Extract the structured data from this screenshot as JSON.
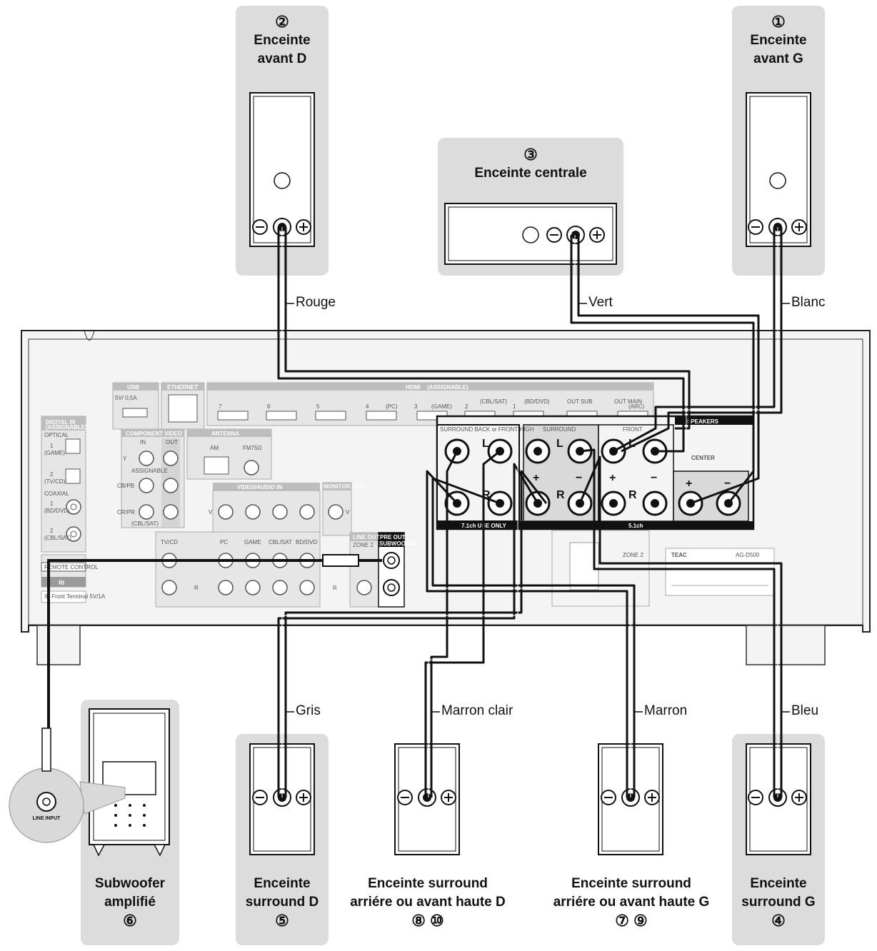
{
  "speakers": {
    "front_right": {
      "num": "②",
      "line1": "Enceinte",
      "line2": "avant D"
    },
    "front_left": {
      "num": "①",
      "line1": "Enceinte",
      "line2": "avant G"
    },
    "center": {
      "num": "③",
      "line1": "Enceinte centrale"
    },
    "subwoofer": {
      "line1": "Subwoofer",
      "line2": "amplifié",
      "num": "⑥"
    },
    "surround_right": {
      "line1": "Enceinte",
      "line2": "surround D",
      "num": "⑤"
    },
    "surround_back_right": {
      "line1": "Enceinte surround",
      "line2": "arriére ou avant haute D",
      "num": "⑧ ⑩"
    },
    "surround_back_left": {
      "line1": "Enceinte surround",
      "line2": "arriére ou avant haute G",
      "num": "⑦ ⑨"
    },
    "surround_left": {
      "line1": "Enceinte",
      "line2": "surround G",
      "num": "④"
    }
  },
  "cables": {
    "rouge": "Rouge",
    "vert": "Vert",
    "blanc": "Blanc",
    "gris": "Gris",
    "marron_clair": "Marron clair",
    "marron": "Marron",
    "bleu": "Bleu"
  },
  "panel": {
    "usb": "USB",
    "usb_rating": "5V/ 0,5A",
    "ethernet": "ETHERNET",
    "hdmi": "HDMI",
    "hdmi_assignable": "(ASSIGNABLE)",
    "hdmi_ports": [
      "7",
      "6",
      "5",
      "4",
      "(PC)",
      "3",
      "(GAME)",
      "2",
      "(CBL/SAT)",
      "1",
      "(BD/DVD)"
    ],
    "out_sub": "OUT SUB",
    "out_main": "OUT MAIN",
    "arc": "(ARC)",
    "digital_in": "DIGITAL IN",
    "digital_assignable": "(ASSIGNABLE)",
    "optical": "OPTICAL",
    "opt1": "1",
    "opt1_sub": "(GAME)",
    "opt2": "2",
    "opt2_sub": "(TV/CD)",
    "coaxial": "COAXIAL",
    "coax1": "1",
    "coax1_sub": "(BD/DVD)",
    "coax2": "2",
    "coax2_sub": "(CBL/SAT)",
    "component_video": "COMPONENT VIDEO",
    "comp_in": "IN",
    "comp_out": "OUT",
    "comp_y": "Y",
    "comp_assignable": "ASSIGNABLE",
    "comp_cb": "CB/PB",
    "comp_cr": "CR/PR",
    "comp_cbl": "(CBL/SAT)",
    "antenna": "ANTENNA",
    "am": "AM",
    "fm": "FM75Ω",
    "video_audio_in": "VIDEO/AUDIO IN",
    "monitor_out": "MONITOR OUT",
    "v": "V",
    "inputs": [
      "TV/CD",
      "PC",
      "GAME",
      "CBL/SAT",
      "BD/DVD"
    ],
    "r": "R",
    "remote_control": "REMOTE CONTROL",
    "ri": "RI",
    "line_out": "LINE OUT",
    "zone2": "ZONE 2",
    "pre_out": "PRE OUT",
    "subwoofer": "SUBWOOFER",
    "speakers": "SPEAKERS",
    "surround_back": "SURROUND BACK or FRONT HIGH",
    "surround": "SURROUND",
    "front": "FRONT",
    "center": "CENTER",
    "l": "L",
    "plus": "+",
    "minus": "−",
    "only71": "7.1ch USE ONLY",
    "ch51": "5.1ch",
    "zone2_speakers": "ZONE 2",
    "brand": "TEAC",
    "model": "AG-D500",
    "ir_label": "IR Front Terminal 5V/1A",
    "line_input": "LINE INPUT"
  },
  "colors": {
    "label_bg": "#d9d9d9",
    "panel_bg": "#f4f4f4",
    "cable": "#111111"
  }
}
